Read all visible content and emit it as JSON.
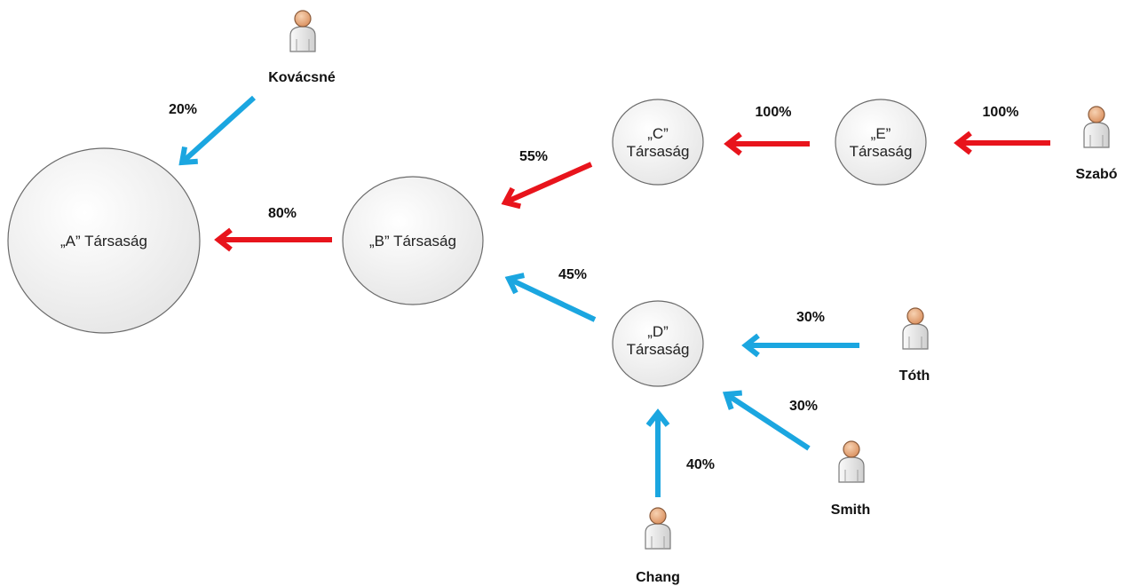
{
  "colors": {
    "red_arrow": "#e8141c",
    "blue_arrow": "#1ba6e0",
    "node_fill": "#f0f0f0",
    "node_stroke": "#6b6b6b",
    "person_body": "#ececec",
    "person_head": "#e6a97a"
  },
  "companies": {
    "a": {
      "line1": "„A” Társaság"
    },
    "b": {
      "line1": "„B” Társaság"
    },
    "c": {
      "line1": "„C”",
      "line2": "Társaság"
    },
    "d": {
      "line1": "„D”",
      "line2": "Társaság"
    },
    "e": {
      "line1": "„E”",
      "line2": "Társaság"
    }
  },
  "people": {
    "kovacsne": {
      "name": "Kovácsné",
      "icon": "person-icon"
    },
    "szabo": {
      "name": "Szabó",
      "icon": "person-icon"
    },
    "toth": {
      "name": "Tóth",
      "icon": "person-icon"
    },
    "smith": {
      "name": "Smith",
      "icon": "person-icon"
    },
    "chang": {
      "name": "Chang",
      "icon": "person-icon"
    }
  },
  "edges": {
    "kovacsne_a": {
      "label": "20%",
      "value": 20,
      "color": "blue"
    },
    "b_a": {
      "label": "80%",
      "value": 80,
      "color": "red"
    },
    "c_b": {
      "label": "55%",
      "value": 55,
      "color": "red"
    },
    "d_b": {
      "label": "45%",
      "value": 45,
      "color": "blue"
    },
    "e_c": {
      "label": "100%",
      "value": 100,
      "color": "red"
    },
    "szabo_e": {
      "label": "100%",
      "value": 100,
      "color": "red"
    },
    "toth_d": {
      "label": "30%",
      "value": 30,
      "color": "blue"
    },
    "smith_d": {
      "label": "30%",
      "value": 30,
      "color": "blue"
    },
    "chang_d": {
      "label": "40%",
      "value": 40,
      "color": "blue"
    }
  }
}
